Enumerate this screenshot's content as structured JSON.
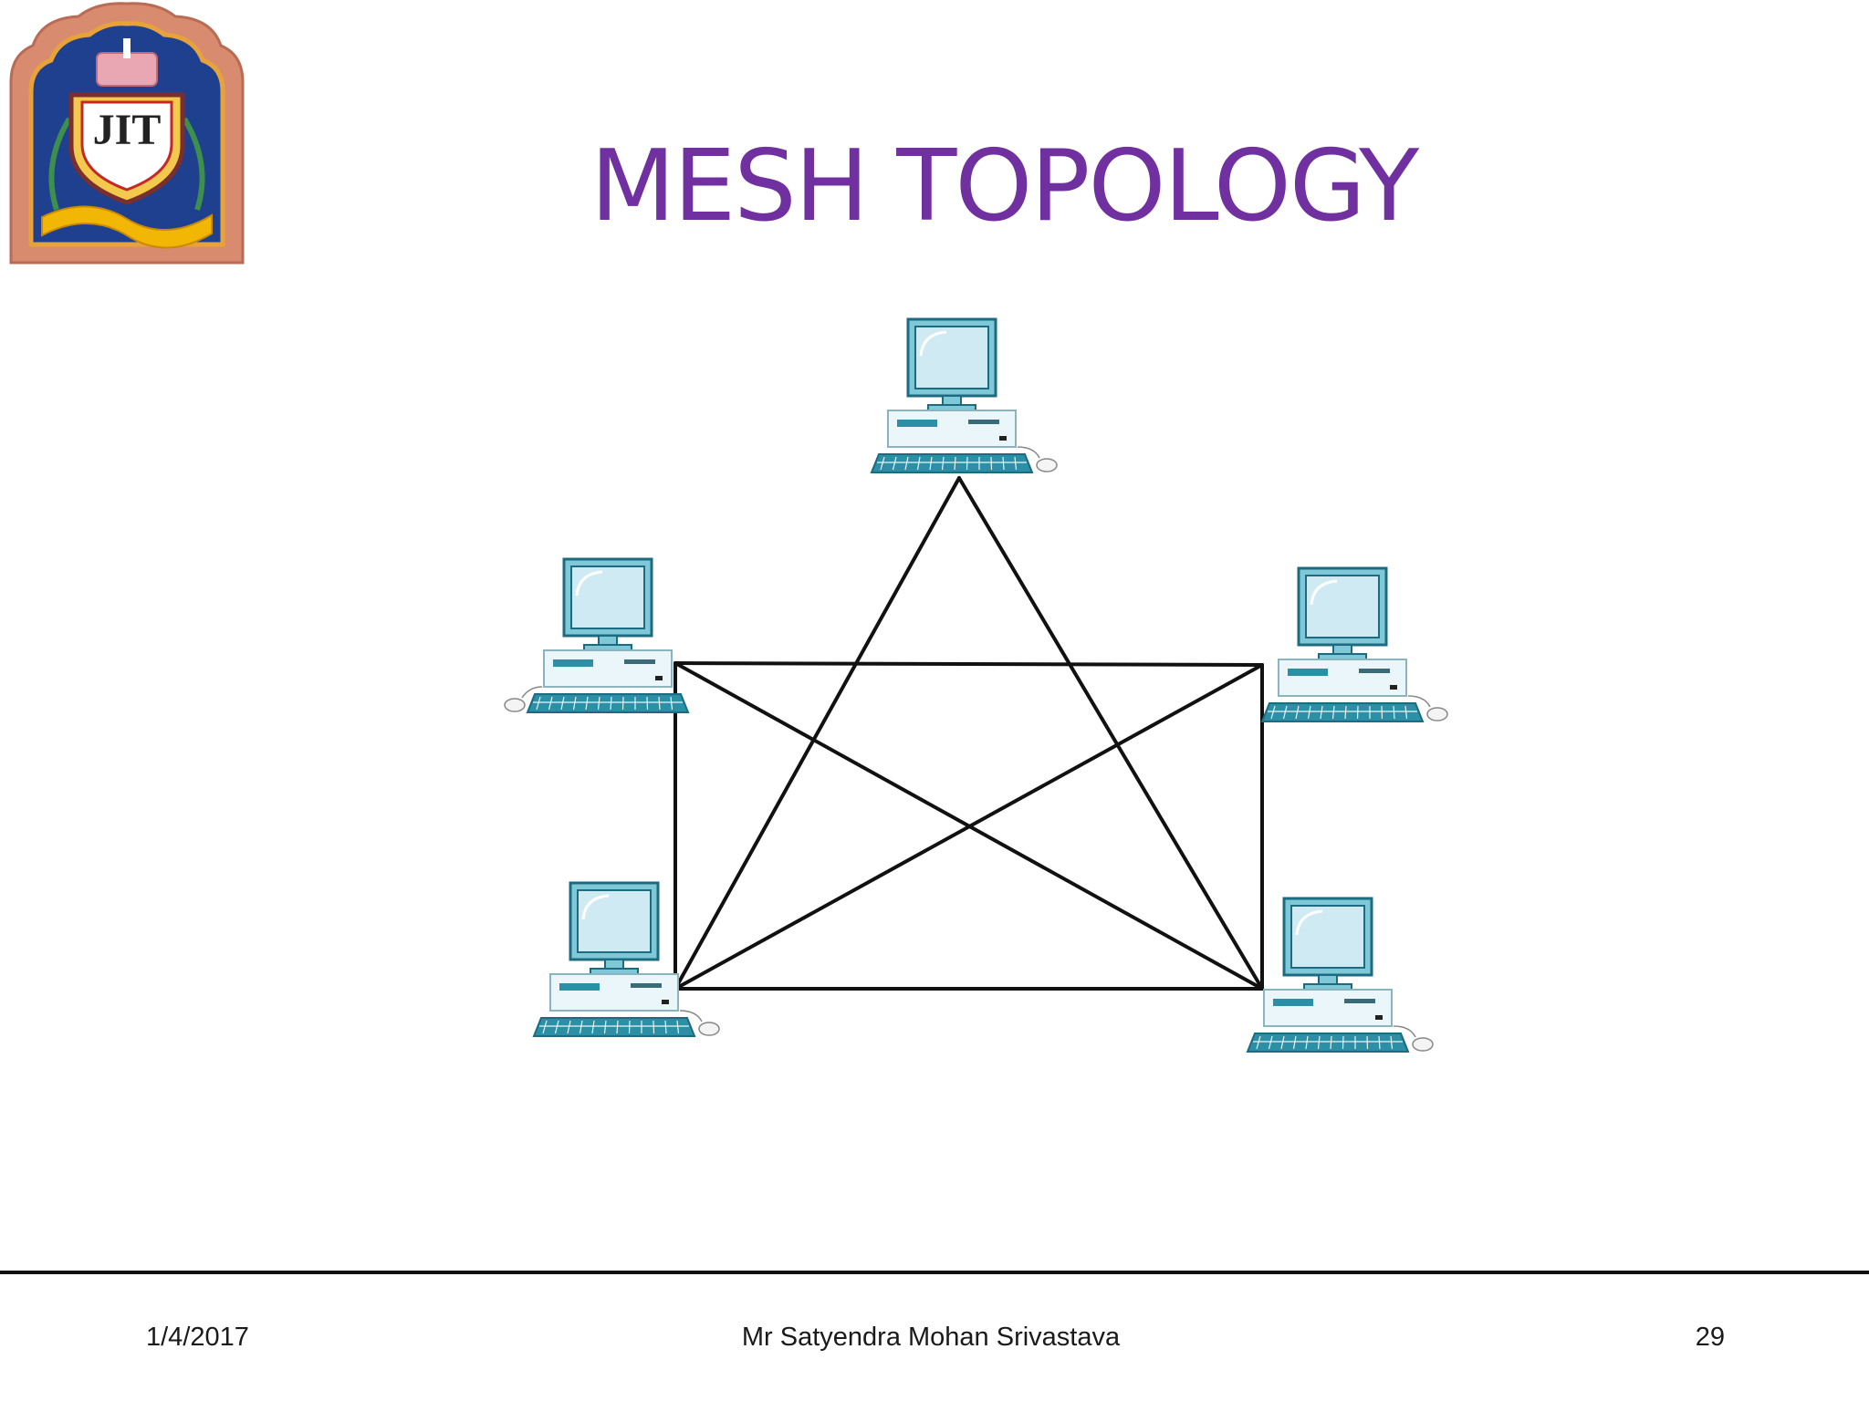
{
  "slide": {
    "title": "MESH TOPOLOGY"
  },
  "logo": {
    "text": "JIT",
    "icon": "institute-crest-icon",
    "colors": {
      "frame": "#d98b6f",
      "field": "#1f3f8f",
      "shield": "#f2c94c",
      "ribbon": "#f2b705",
      "accent": "#c62828"
    }
  },
  "diagram": {
    "nodes": [
      {
        "id": "top",
        "icon": "computer-icon"
      },
      {
        "id": "left",
        "icon": "computer-icon"
      },
      {
        "id": "right",
        "icon": "computer-icon"
      },
      {
        "id": "bottom-left",
        "icon": "computer-icon"
      },
      {
        "id": "bottom-right",
        "icon": "computer-icon"
      }
    ],
    "links": [
      [
        "left",
        "right"
      ],
      [
        "right",
        "bottom-right"
      ],
      [
        "bottom-right",
        "bottom-left"
      ],
      [
        "bottom-left",
        "left"
      ],
      [
        "left",
        "bottom-right"
      ],
      [
        "right",
        "bottom-left"
      ],
      [
        "top",
        "bottom-left"
      ],
      [
        "top",
        "bottom-right"
      ]
    ],
    "colors": {
      "link": "#111111",
      "screen": "#cfeaf2",
      "monitor": "#7fc8d8",
      "outline": "#1c6b80",
      "keyboard": "#2b8fa6"
    }
  },
  "footer": {
    "date": "1/4/2017",
    "author": "Mr Satyendra Mohan Srivastava",
    "page": "29"
  }
}
